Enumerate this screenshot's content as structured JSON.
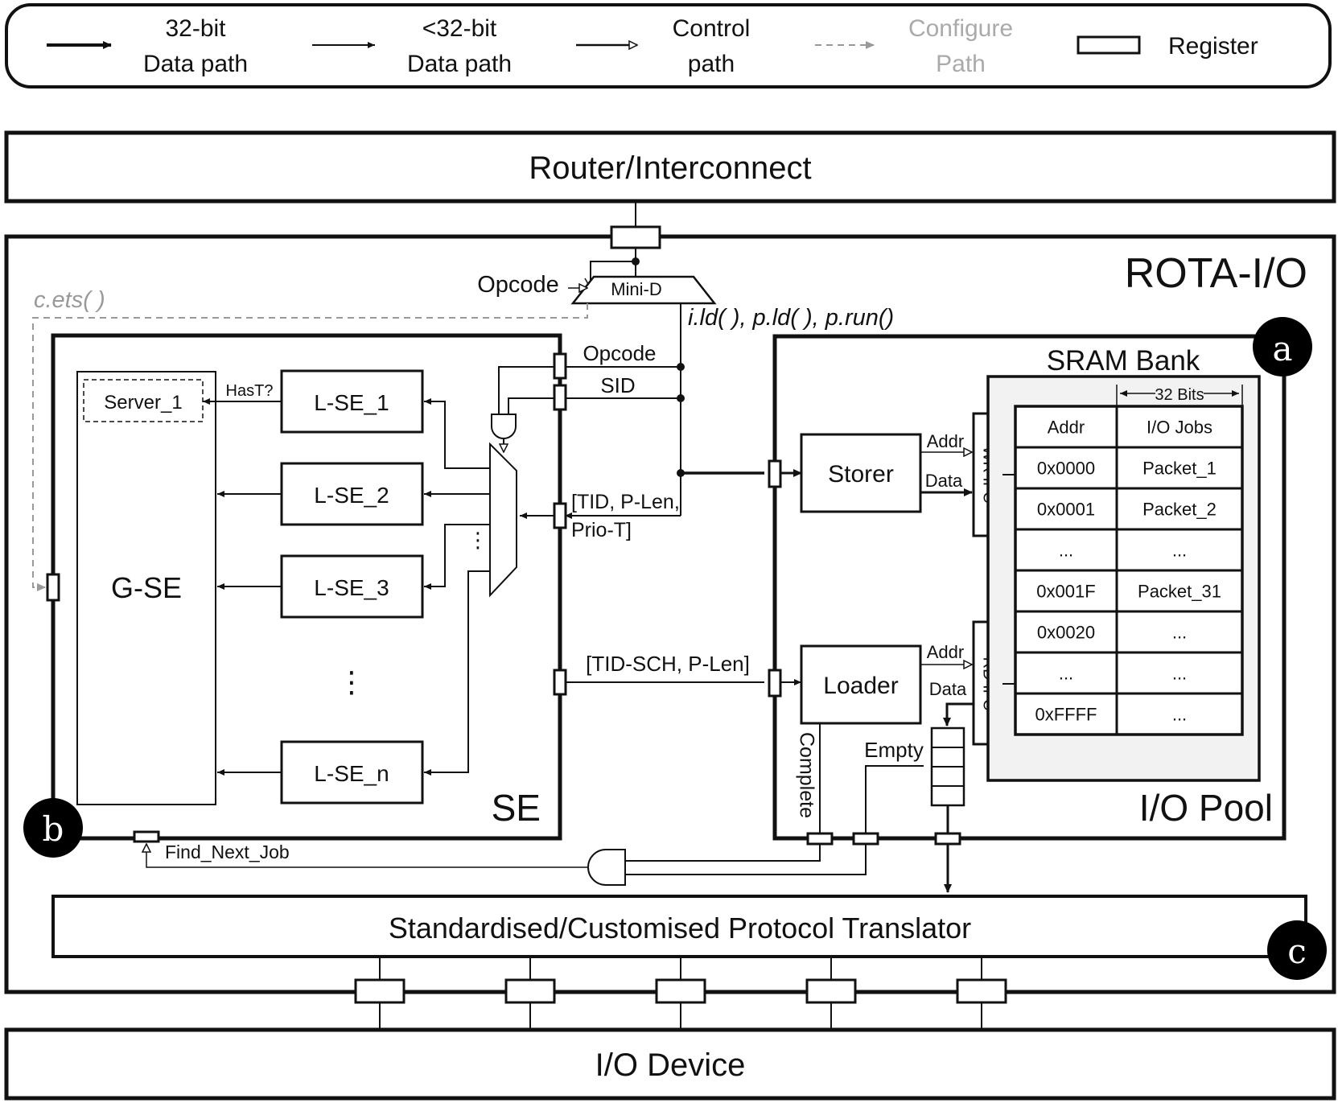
{
  "legend": {
    "data32_line1": "32-bit",
    "data32_line2": "Data path",
    "datalt32_line1": "<32-bit",
    "datalt32_line2": "Data path",
    "control_line1": "Control",
    "control_line2": "path",
    "configure_line1": "Configure",
    "configure_line2": "Path",
    "register": "Register"
  },
  "router": "Router/Interconnect",
  "rota": {
    "title": "ROTA-I/O",
    "opcode_top": "Opcode",
    "mini_d": "Mini-D",
    "cets": "c.ets( )",
    "iload": "i.ld( ), p.ld( ), p.run()",
    "find_next_job": "Find_Next_Job"
  },
  "se": {
    "title": "SE",
    "gse": "G-SE",
    "server": "Server_1",
    "hast": "HasT?",
    "lse": [
      "L-SE_1",
      "L-SE_2",
      "L-SE_3",
      "L-SE_n"
    ],
    "opcode": "Opcode",
    "sid": "SID",
    "tid_line1": "[TID, P-Len,",
    "tid_line2": "Prio-T]",
    "tid_sch": "[TID-SCH, P-Len]",
    "vdots": "⋮"
  },
  "pool": {
    "title": "I/O Pool",
    "storer": "Storer",
    "loader": "Loader",
    "addr": "Addr",
    "data": "Data",
    "wr_ifc": "WR IFC",
    "rd_ifc": "RD IFC",
    "complete": "Complete",
    "empty": "Empty",
    "sram_title": "SRAM Bank",
    "bits": "32 Bits",
    "table_header": [
      "Addr",
      "I/O Jobs"
    ],
    "table_rows": [
      [
        "0x0000",
        "Packet_1"
      ],
      [
        "0x0001",
        "Packet_2"
      ],
      [
        "...",
        "..."
      ],
      [
        "0x001F",
        "Packet_31"
      ],
      [
        "0x0020",
        "..."
      ],
      [
        "...",
        "..."
      ],
      [
        "0xFFFF",
        "..."
      ]
    ]
  },
  "translator": "Standardised/Customised Protocol Translator",
  "io_device": "I/O Device",
  "badges": {
    "a": "a",
    "b": "b",
    "c": "c"
  }
}
